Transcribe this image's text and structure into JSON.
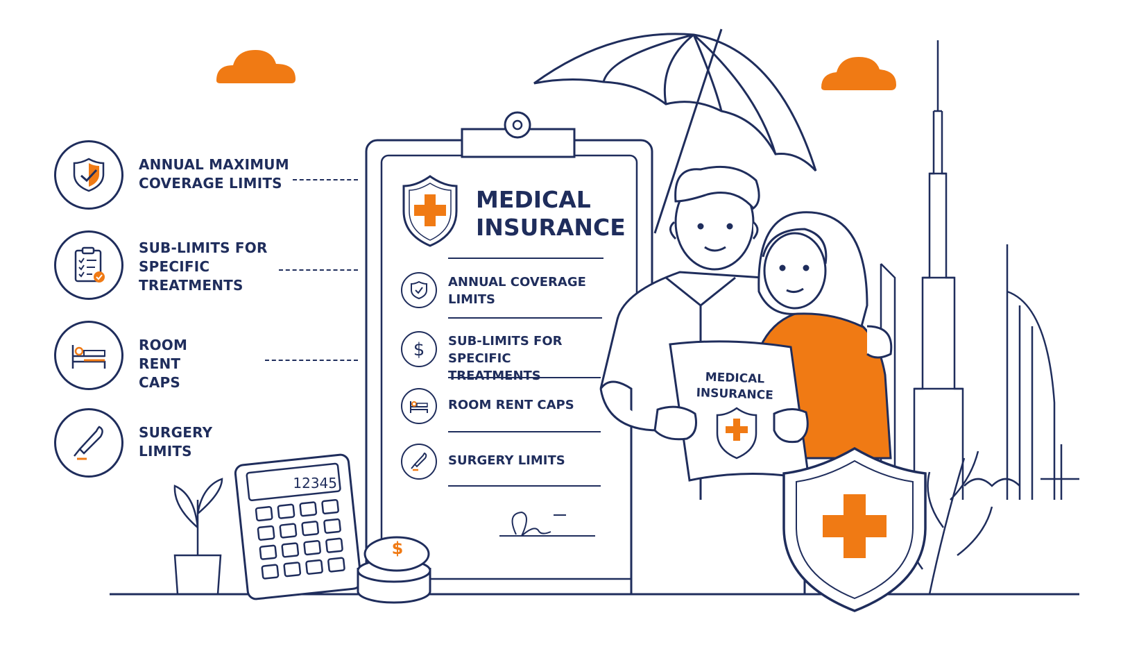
{
  "colors": {
    "navy": "#1f2d5c",
    "orange": "#f07a14",
    "background": "#ffffff"
  },
  "features": [
    {
      "label": "ANNUAL MAXIMUM COVERAGE LIMITS",
      "icon": "shield-check-icon"
    },
    {
      "label": "SUB-LIMITS FOR SPECIFIC TREATMENTS",
      "icon": "clipboard-checklist-icon"
    },
    {
      "label": "ROOM RENT CAPS",
      "icon": "hospital-bed-icon"
    },
    {
      "label": "SURGERY LIMITS",
      "icon": "scalpel-icon"
    }
  ],
  "clipboard": {
    "title_line1": "MEDICAL",
    "title_line2": "INSURANCE",
    "items": [
      {
        "label": "ANNUAL COVERAGE LIMITS",
        "icon": "shield-check-icon"
      },
      {
        "label": "SUB-LIMITS FOR SPECIFIC TREATMENTS",
        "icon": "dollar-icon"
      },
      {
        "label": "ROOM RENT CAPS",
        "icon": "hospital-bed-icon"
      },
      {
        "label": "SURGERY LIMITS",
        "icon": "scalpel-icon"
      }
    ]
  },
  "document": {
    "title_line1": "MEDICAL",
    "title_line2": "INSURANCE"
  },
  "calculator": {
    "display": "12345"
  },
  "coins": {
    "symbol": "$"
  }
}
